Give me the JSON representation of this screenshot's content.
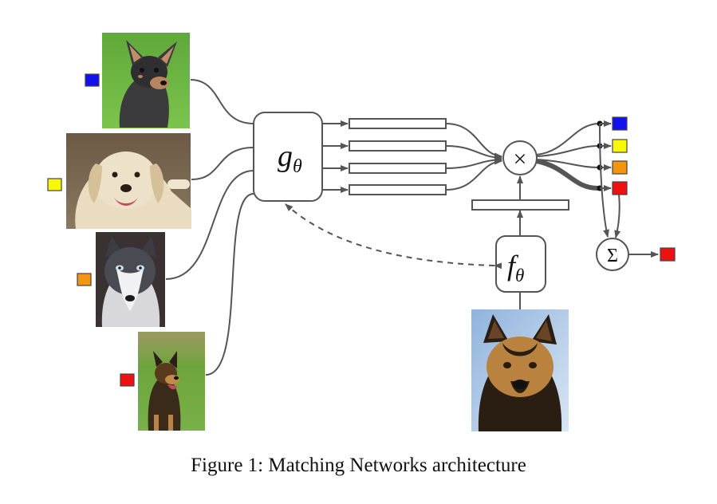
{
  "caption": "Figure 1: Matching Networks architecture",
  "embedding_g": {
    "symbol": "g",
    "subscript": "θ"
  },
  "embedding_f": {
    "symbol": "f",
    "subscript": "θ"
  },
  "multiply_op": "×",
  "sum_op": "Σ",
  "colors": {
    "blue": "#1111ee",
    "yellow": "#f8f800",
    "orange": "#f39512",
    "red": "#ee1111",
    "stroke": "#555555"
  },
  "support_images": [
    {
      "icon": "chihuahua-dog-photo",
      "label_color": "blue"
    },
    {
      "icon": "labrador-dog-photo",
      "label_color": "yellow"
    },
    {
      "icon": "husky-dog-photo",
      "label_color": "orange"
    },
    {
      "icon": "german-shepherd-dog-photo",
      "label_color": "red"
    }
  ],
  "query_image": {
    "icon": "german-shepherd-query-photo"
  },
  "output_label_color": "red"
}
